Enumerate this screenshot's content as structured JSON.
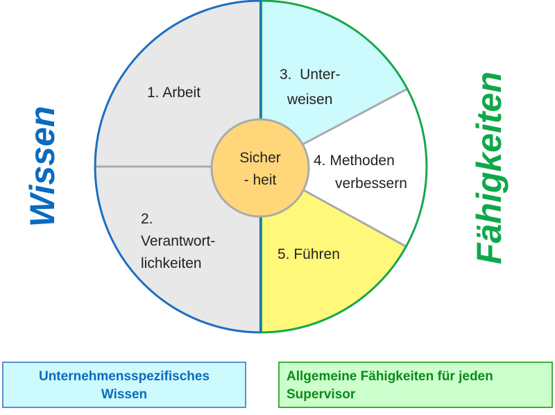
{
  "segments": [
    {
      "label_lines": [
        "1. Arbeit"
      ],
      "color": "#e8e8e8"
    },
    {
      "label_lines": [
        "2.",
        "Verantwort-",
        "lichkeiten"
      ],
      "color": "#e8e8e8"
    },
    {
      "label_lines": [
        "3.  Unter-",
        "weisen"
      ],
      "color": "#ccfafd"
    },
    {
      "label_lines": [
        "4. Methoden",
        "verbessern"
      ],
      "color": "#ffffff"
    },
    {
      "label_lines": [
        "5. Führen"
      ],
      "color": "#fff87a"
    }
  ],
  "center": {
    "label_lines": [
      "Sicher",
      "- heit"
    ],
    "color": "#ffd77a"
  },
  "left_side_label": "Wissen",
  "right_side_label": "Fähigkeiten",
  "left_box": {
    "line1": "Unternehmensspezifisches",
    "line2": "Wissen"
  },
  "right_box": {
    "line1": "Allgemeine Fähigkeiten für jeden",
    "line2": "Supervisor"
  },
  "colors": {
    "blue": "#0a6bbf",
    "green": "#0ea84a"
  }
}
